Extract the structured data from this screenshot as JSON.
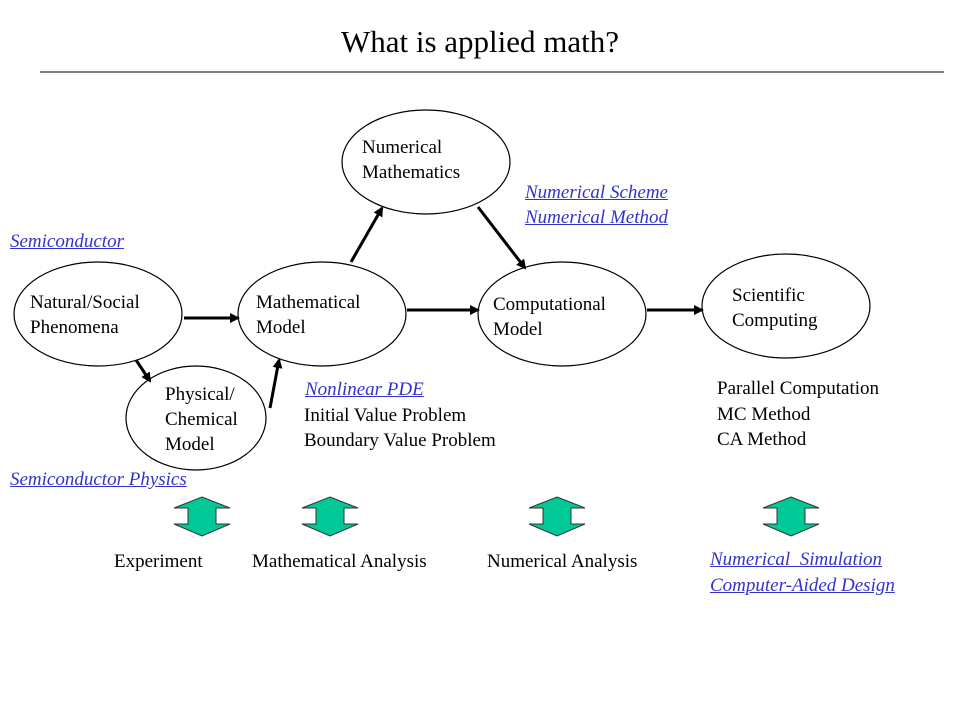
{
  "title": "What is applied math?",
  "nodes": {
    "natural": [
      "Natural/Social",
      "Phenomena"
    ],
    "physical": [
      "Physical/",
      "Chemical",
      "Model"
    ],
    "mathematical": [
      "Mathematical",
      "Model"
    ],
    "numerical_math": [
      "Numerical",
      "Mathematics"
    ],
    "computational": [
      "Computational",
      "Model"
    ],
    "scientific": [
      "Scientific",
      "Computing"
    ]
  },
  "links": {
    "semiconductor": "Semiconductor",
    "semiconductor_physics": "Semiconductor Physics",
    "nonlinear_pde": "Nonlinear PDE",
    "numerical_scheme": "Numerical Scheme",
    "numerical_method": "Numerical Method",
    "numerical_simulation": "Numerical  Simulation",
    "cad": "Computer-Aided Design"
  },
  "notes": {
    "ivp": "Initial Value Problem",
    "bvp": "Boundary Value Problem",
    "parallel": "Parallel Computation",
    "mc": "MC Method",
    "ca": "CA Method"
  },
  "bottom": {
    "experiment": "Experiment",
    "math_analysis": "Mathematical Analysis",
    "num_analysis": "Numerical Analysis"
  },
  "colors": {
    "link": "#3333cc",
    "double_arrow": "#00c896"
  }
}
